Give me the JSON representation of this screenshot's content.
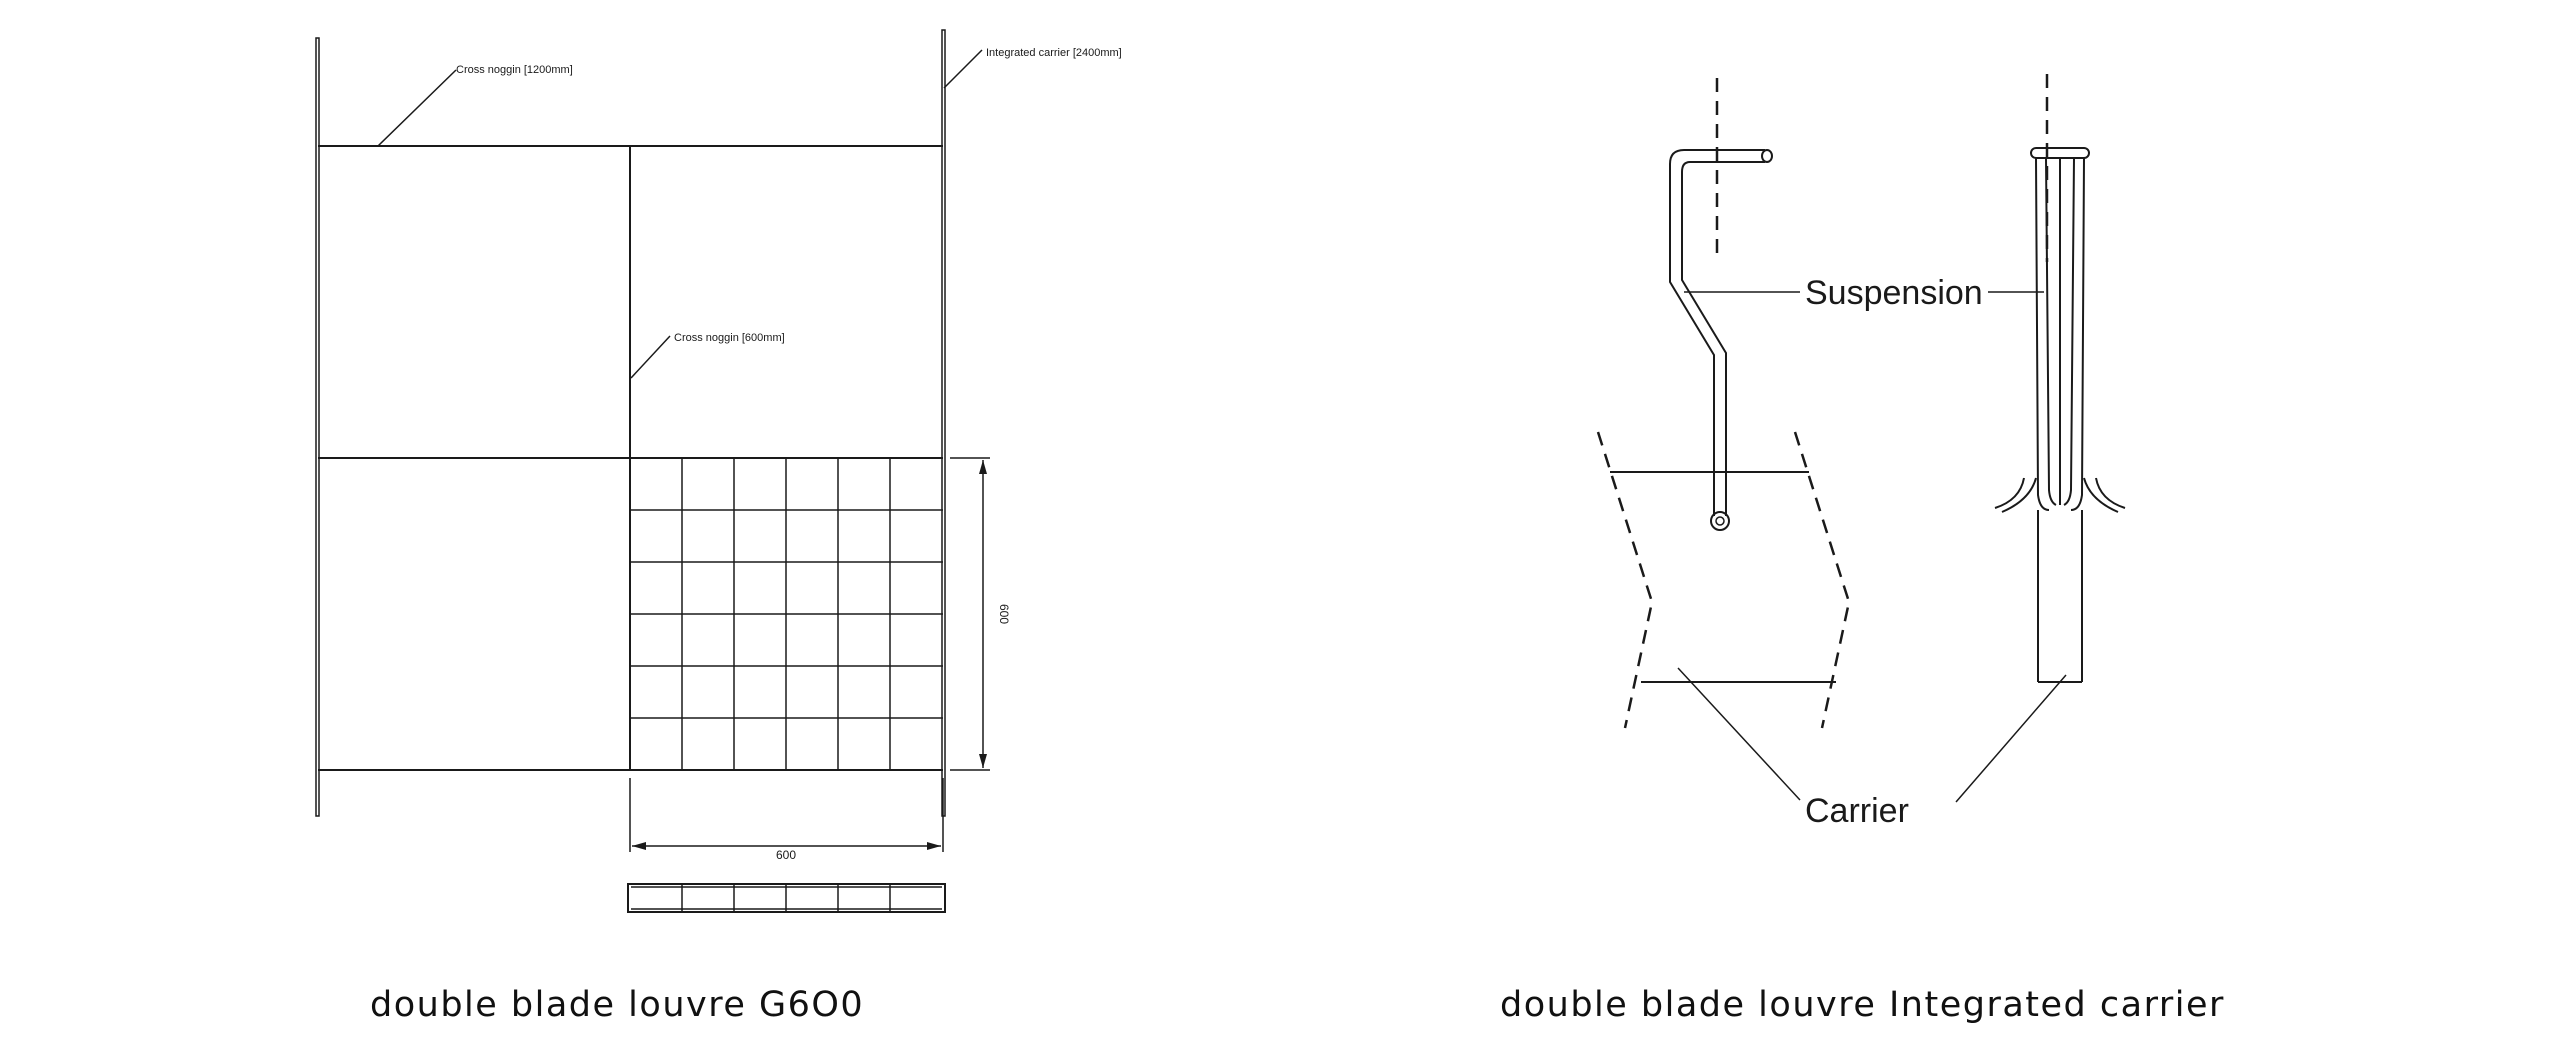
{
  "left_diagram": {
    "label_cross_noggin_1200": "Cross noggin [1200mm]",
    "label_integrated_carrier": "Integrated carrier [2400mm]",
    "label_cross_noggin_600": "Cross noggin [600mm]",
    "dim_vertical": "600",
    "dim_horizontal": "600",
    "caption": "double blade louvre G6O0"
  },
  "right_diagram": {
    "label_suspension": "Suspension",
    "label_carrier": "Carrier",
    "caption": "double blade louvre Integrated carrier"
  }
}
